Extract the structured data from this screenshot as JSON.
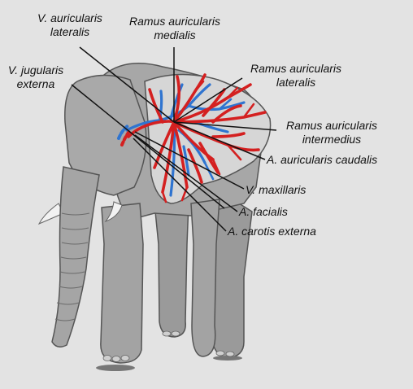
{
  "labels": {
    "v_auricularis_lateralis": {
      "line1": "V. auricularis",
      "line2": "lateralis"
    },
    "ramus_auricularis_medialis": {
      "line1": "Ramus auricularis",
      "line2": "medialis"
    },
    "v_jugularis_externa": {
      "line1": "V. jugularis",
      "line2": "externa"
    },
    "ramus_auricularis_lateralis": {
      "line1": "Ramus auricularis",
      "line2": "lateralis"
    },
    "ramus_auricularis_intermedius": {
      "line1": "Ramus auricularis",
      "line2": "intermedius"
    },
    "a_auricularis_caudalis": "A. auricularis caudalis",
    "v_maxillaris": "V. maxillaris",
    "a_facialis": "A. facialis",
    "a_carotis_externa": "A. carotis externa"
  },
  "colors": {
    "background": "#e3e3e3",
    "body": "#a5a5a5",
    "outline": "#555555",
    "ear": "#d6d6d6",
    "artery": "#d42020",
    "vein": "#2f74d0",
    "leader": "#111111"
  },
  "icons": [
    "elephant-illustration",
    "ear-vessel-network"
  ]
}
